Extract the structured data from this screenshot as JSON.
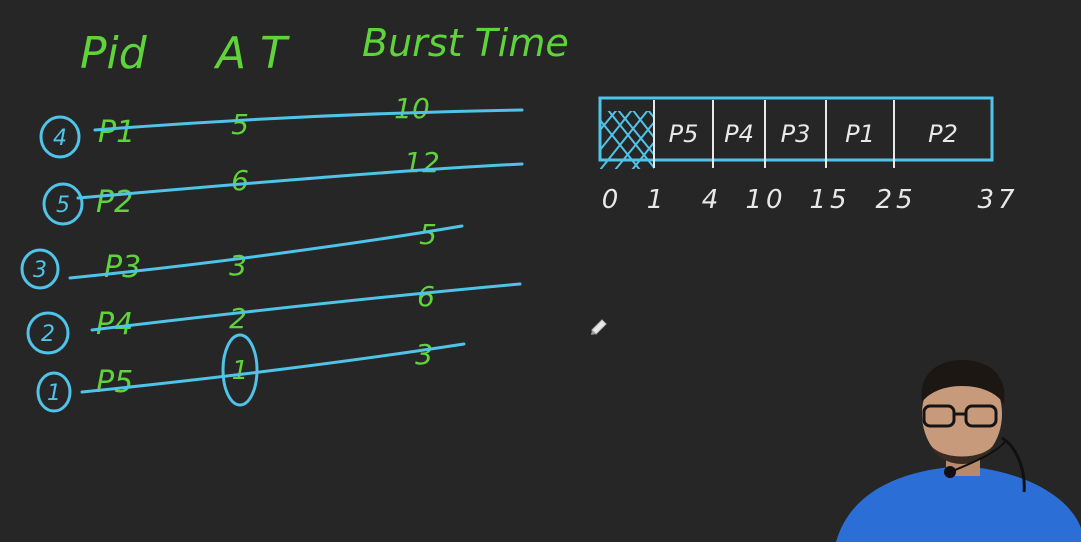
{
  "headers": {
    "pid": "Pid",
    "at": "A T",
    "burst": "Burst Time"
  },
  "rows": [
    {
      "order": "4",
      "pid": "P1",
      "at": "5",
      "burst": "10"
    },
    {
      "order": "5",
      "pid": "P2",
      "at": "6",
      "burst": "12"
    },
    {
      "order": "3",
      "pid": "P3",
      "at": "3",
      "burst": "5"
    },
    {
      "order": "2",
      "pid": "P4",
      "at": "2",
      "burst": "6"
    },
    {
      "order": "1",
      "pid": "P5",
      "at": "1",
      "burst": "3"
    }
  ],
  "gantt": {
    "blocks": [
      {
        "label": "",
        "start": 0,
        "end": 1,
        "idle": true
      },
      {
        "label": "P5",
        "start": 1,
        "end": 4
      },
      {
        "label": "P4",
        "start": 4,
        "end": 10
      },
      {
        "label": "P3",
        "start": 10,
        "end": 15
      },
      {
        "label": "P1",
        "start": 15,
        "end": 25
      },
      {
        "label": "P2",
        "start": 25,
        "end": 37
      }
    ],
    "ticks": [
      "0",
      "1",
      "4",
      "10",
      "15",
      "25",
      "37"
    ]
  },
  "colors": {
    "background": "#262626",
    "chalk_green": "#5fd43a",
    "chalk_blue": "#4fc3e8",
    "chalk_white": "#e8e8e8"
  }
}
